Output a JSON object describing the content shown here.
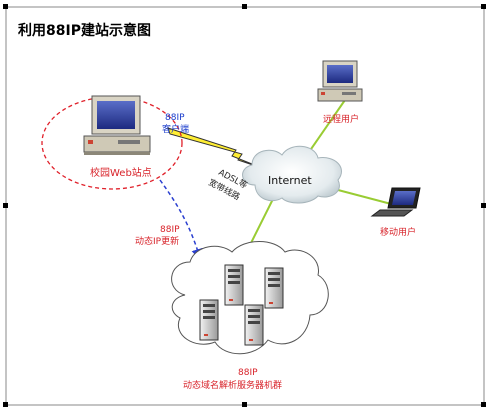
{
  "title": "利用88IP建站示意图",
  "labels": {
    "client_name": "88IP",
    "client_role": "客户端",
    "campus_site": "校园Web站点",
    "adsl_line1": "ADSL等",
    "adsl_line2": "宽带线路",
    "internet": "Internet",
    "remote_user": "远程用户",
    "mobile_user": "移动用户",
    "dyn_line1": "88IP",
    "dyn_line2": "动态IP更新",
    "server_line1": "88IP",
    "server_line2": "动态域名解析服务器机群"
  },
  "colors": {
    "title": "#000000",
    "blue_label": "#1a3ccc",
    "red_label": "#d8232a",
    "green_link": "#99cc33",
    "lightning": "#ffee33",
    "lightning_stroke": "#333333",
    "dashed_red": "#e0202a",
    "dashed_blue": "#2a3fd0"
  },
  "icons": [
    "desktop-computer-icon",
    "laptop-icon",
    "server-icon",
    "cloud-icon",
    "lightning-icon"
  ]
}
